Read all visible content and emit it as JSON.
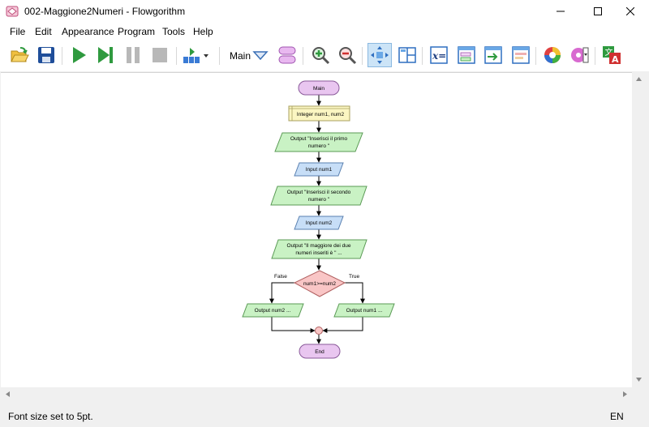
{
  "window": {
    "title": "002-Maggione2Numeri - Flowgorithm"
  },
  "menu": [
    "File",
    "Edit",
    "Appearance",
    "Program",
    "Tools",
    "Help"
  ],
  "toolbar": {
    "function_name": "Main"
  },
  "flowchart": {
    "start": "Main",
    "declare": "Integer num1, num2",
    "output1": [
      "Output \"Inserisci il primo",
      "numero \""
    ],
    "input1": "Input num1",
    "output2": [
      "Output \"Inserisci il secondo",
      "numero \""
    ],
    "input2": "Input num2",
    "output3": [
      "Output \"Il maggiore dei due",
      "numeri inseriti è \" ..."
    ],
    "condition": "num1>=num2",
    "false_label": "False",
    "true_label": "True",
    "false_output": "Output num2 ...",
    "true_output": "Output num1 ...",
    "end": "End"
  },
  "status": {
    "message": "Font size set to 5pt.",
    "language": "EN"
  },
  "colors": {
    "terminal": "#e9c6f0",
    "declare": "#fbf6c2",
    "output": "#c9f2c4",
    "input": "#c7def7",
    "condition": "#f9c6c6",
    "accent": "#2f9a3f"
  }
}
